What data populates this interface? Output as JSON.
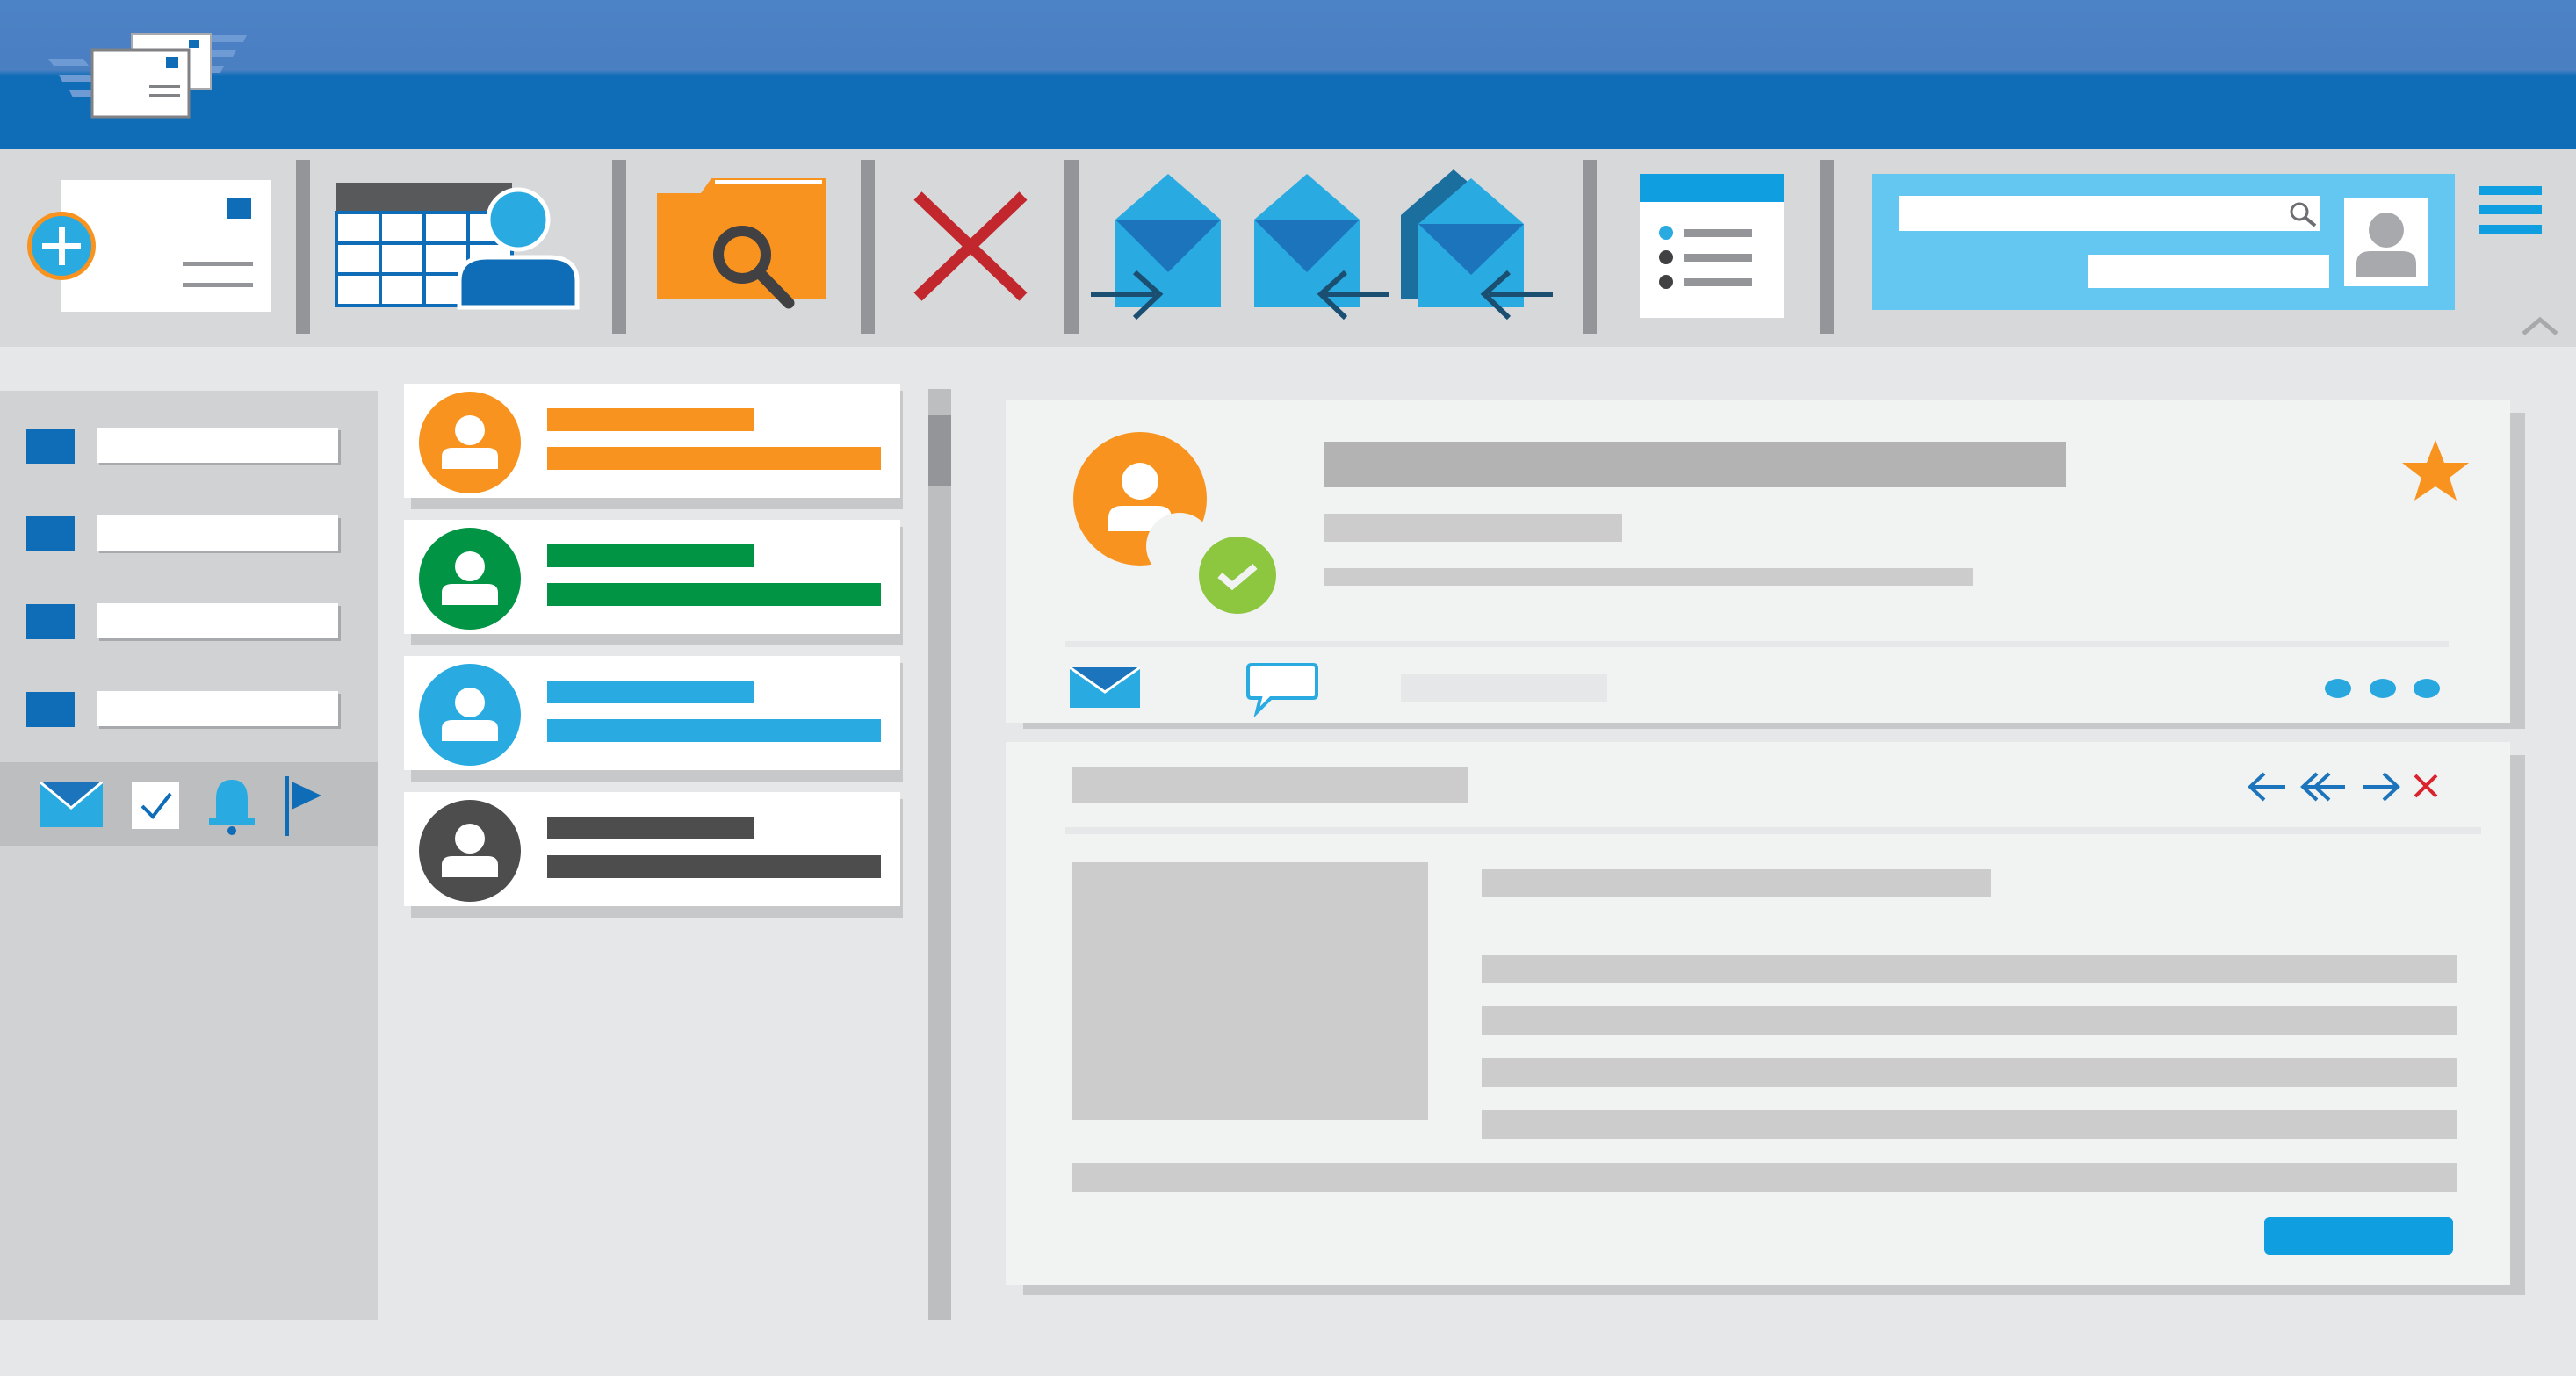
{
  "window": {
    "app_icon": "mail-app-icon",
    "accent": "#0f6db7"
  },
  "toolbar": {
    "buttons": [
      {
        "name": "new-message-button",
        "icon": "envelope-plus-icon"
      },
      {
        "name": "calendar-contacts-button",
        "icon": "calendar-person-icon"
      },
      {
        "name": "search-folder-button",
        "icon": "folder-search-icon"
      },
      {
        "name": "delete-button",
        "icon": "x-icon"
      },
      {
        "name": "send-receive-button",
        "icon": "envelope-arrow-right-icon"
      },
      {
        "name": "receive-button",
        "icon": "envelope-arrow-left-icon"
      },
      {
        "name": "receive-all-button",
        "icon": "envelopes-arrow-left-icon"
      },
      {
        "name": "task-list-button",
        "icon": "list-icon"
      }
    ],
    "search": {
      "value": "",
      "placeholder": ""
    },
    "menu_icon": "hamburger-menu-icon"
  },
  "sidebar": {
    "folders": [
      {
        "label": ""
      },
      {
        "label": ""
      },
      {
        "label": ""
      },
      {
        "label": ""
      }
    ],
    "shortcuts": [
      "mail-icon",
      "tasks-icon",
      "notifications-icon",
      "flag-icon"
    ]
  },
  "message_list": {
    "items": [
      {
        "sender": "",
        "subject": "",
        "color": "#f7931e"
      },
      {
        "sender": "",
        "subject": "",
        "color": "#009444"
      },
      {
        "sender": "",
        "subject": "",
        "color": "#29abe2"
      },
      {
        "sender": "",
        "subject": "",
        "color": "#4d4d4d"
      }
    ]
  },
  "reading_pane": {
    "sender_name": "",
    "sender_email": "",
    "sender_detail": "",
    "status_color": "#8dc63f",
    "star_color": "#f7931e",
    "subject": "",
    "reply_action": "",
    "body_title": "",
    "primary_button_label": ""
  }
}
